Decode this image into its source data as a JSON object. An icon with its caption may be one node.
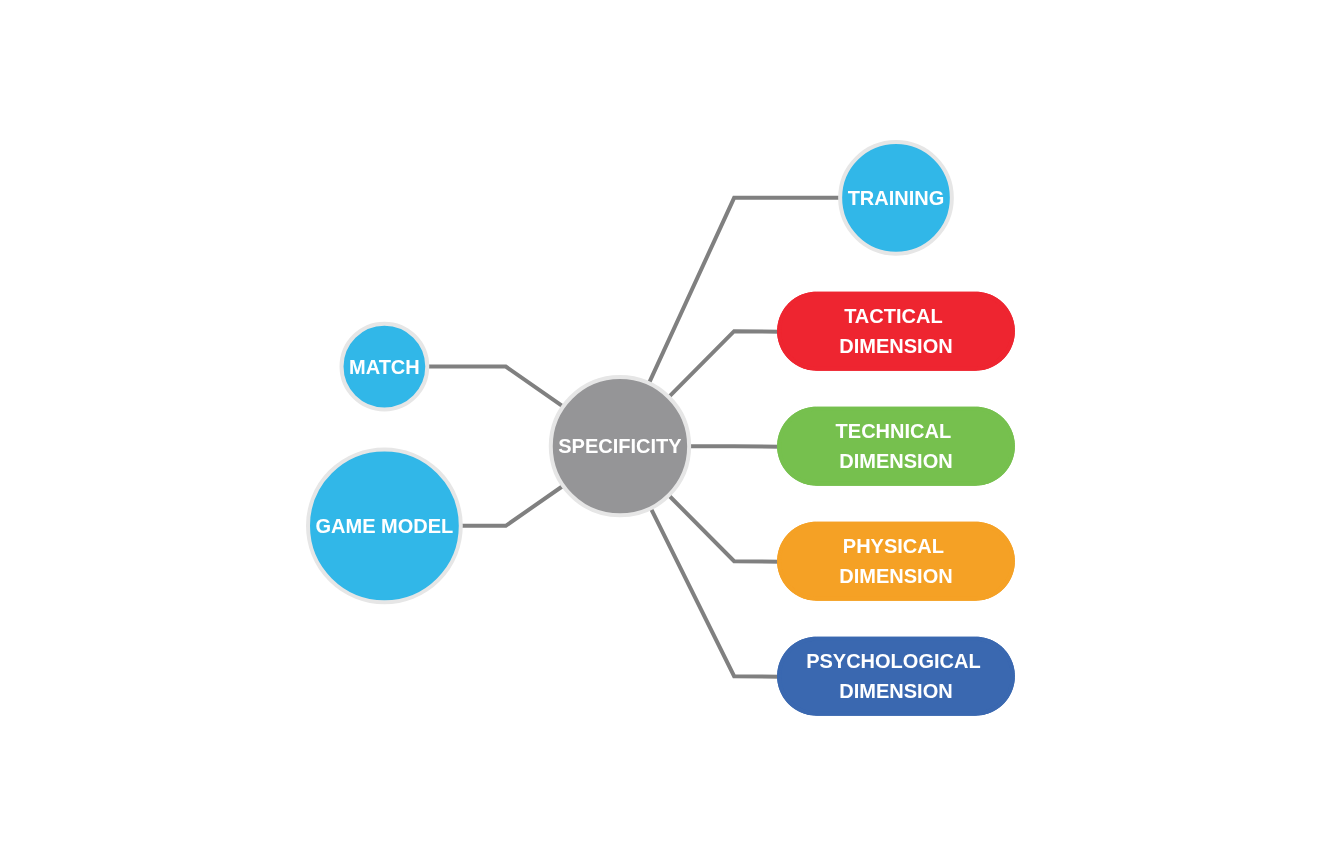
{
  "diagram": {
    "nodes": [
      {
        "text": [
          "MATCH"
        ]
      },
      {
        "text": [
          "GAME MODEL"
        ]
      },
      {
        "text": [
          "SPECIFICITY"
        ]
      },
      {
        "text": [
          "TRAINING"
        ]
      },
      {
        "text": [
          "TACTICAL DIMENSION"
        ]
      },
      {
        "text": [
          "TECHNICAL DIMENSION"
        ]
      },
      {
        "text": [
          "PHYSICAL DIMENSION"
        ]
      },
      {
        "text": [
          "PSYCHOLOGICAL DIMENSION"
        ]
      }
    ],
    "edges": [
      {
        "from": 0,
        "to": 2,
        "arrow": "none"
      },
      {
        "from": 1,
        "to": 2,
        "arrow": "none"
      },
      {
        "from": 2,
        "to": 3,
        "arrow": "none"
      },
      {
        "from": 2,
        "to": 4,
        "arrow": "none"
      },
      {
        "from": 2,
        "to": 5,
        "arrow": "none"
      },
      {
        "from": 2,
        "to": 6,
        "arrow": "none"
      },
      {
        "from": 2,
        "to": 7,
        "arrow": "none"
      }
    ]
  }
}
